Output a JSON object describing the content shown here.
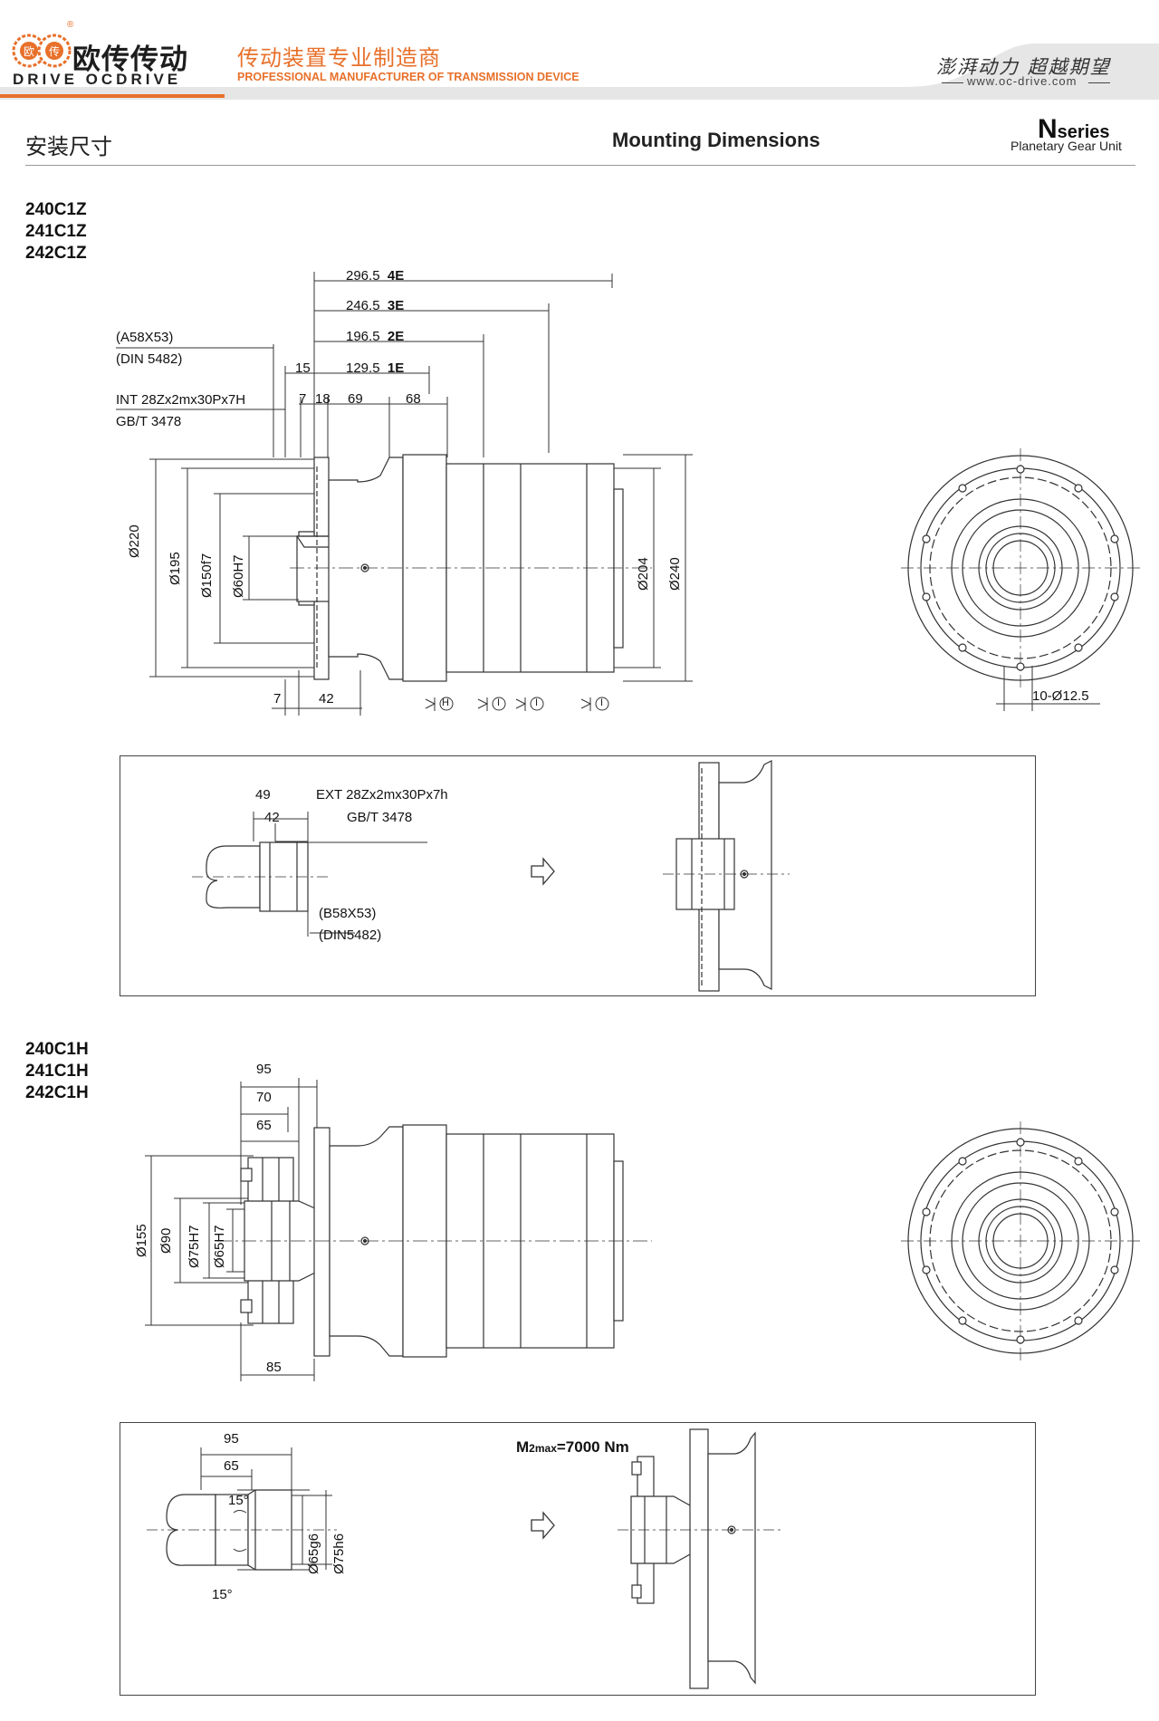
{
  "header": {
    "brand_cn": "欧传传动",
    "brand_en": "DRIVE OCDRIVE",
    "registered": "®",
    "logo_left": "欧",
    "logo_right": "传",
    "tagline_cn": "传动装置专业制造商",
    "tagline_en": "PROFESSIONAL MANUFACTURER OF TRANSMISSION DEVICE",
    "slogan": "澎湃动力 超越期望",
    "url": "www.oc-drive.com"
  },
  "title": {
    "cn": "安装尺寸",
    "en": "Mounting Dimensions",
    "series_letter": "N",
    "series_word": "series",
    "series_sub": "Planetary Gear Unit"
  },
  "section1": {
    "models": [
      "240C1Z",
      "241C1Z",
      "242C1Z"
    ],
    "spline_std": "(A58X53)",
    "spline_din": "(DIN 5482)",
    "int_spec": "INT 28Zx2mx30Px7H",
    "int_gb": "GB/T 3478",
    "len_4e": "296.5",
    "tag_4e": "4E",
    "len_3e": "246.5",
    "tag_3e": "3E",
    "len_2e": "196.5",
    "tag_2e": "2E",
    "len_1e": "129.5",
    "tag_1e": "1E",
    "d15": "15",
    "d7": "7",
    "d18": "18",
    "d69": "69",
    "d68": "68",
    "dia220": "Ø220",
    "dia195": "Ø195",
    "dia150": "Ø150f7",
    "dia60": "Ø60H7",
    "dia204": "Ø204",
    "dia240": "Ø240",
    "bot7": "7",
    "bot42": "42",
    "markH": "H",
    "markI": "I",
    "holes": "10-Ø12.5"
  },
  "box1": {
    "d49": "49",
    "d42": "42",
    "ext_spec": "EXT 28Zx2mx30Px7h",
    "ext_gb": "GB/T 3478",
    "spline_std": "(B58X53)",
    "spline_din": "(DIN5482)"
  },
  "section2": {
    "models": [
      "240C1H",
      "241C1H",
      "242C1H"
    ],
    "d95": "95",
    "d70": "70",
    "d65": "65",
    "d85": "85",
    "dia155": "Ø155",
    "dia90": "Ø90",
    "dia75": "Ø75H7",
    "dia65": "Ø65H7"
  },
  "box2": {
    "d95": "95",
    "d65": "65",
    "ang1": "15°",
    "ang2": "15°",
    "dia65": "Ø65g6",
    "dia75": "Ø75h6",
    "torque_m": "M",
    "torque_sub": "2max",
    "torque_val": "=7000 Nm"
  },
  "colors": {
    "accent": "#e8702a",
    "line": "#333333",
    "band": "#e6e6e6"
  }
}
